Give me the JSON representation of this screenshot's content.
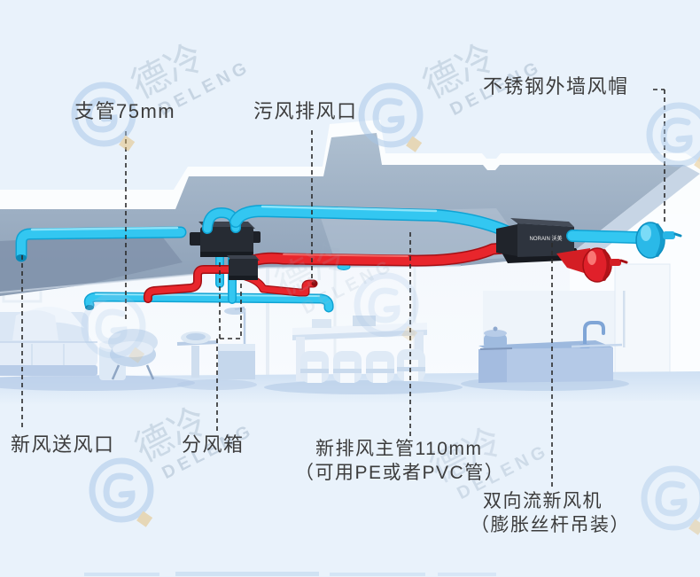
{
  "watermark": {
    "cn": "德冷",
    "en": "DELENG"
  },
  "unit_label": "NORAIN 沃美",
  "labels": {
    "branch_pipe": "支管75mm",
    "exhaust_outlet": "污风排风口",
    "wall_cap": "不锈钢外墙风帽",
    "supply_outlet": "新风送风口",
    "distribution_box": "分风箱",
    "main_duct_line1": "新排风主管110mm",
    "main_duct_line2": "（可用PE或者PVC管）",
    "fan_unit_line1": "双向流新风机",
    "fan_unit_line2": "（膨胀丝杆吊装）"
  },
  "colors": {
    "background": "#e9f2fb",
    "fresh_air_pipe": "#2bc3f0",
    "exhaust_pipe": "#e62129",
    "distribution_box": "#262b33",
    "label_text": "#3c3c3c",
    "leader_line": "#2b2b2b"
  }
}
